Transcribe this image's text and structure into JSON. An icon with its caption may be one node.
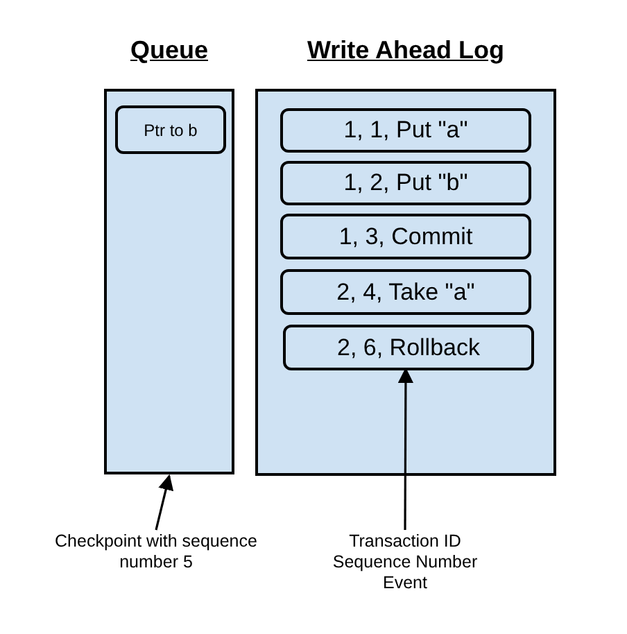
{
  "diagram": {
    "nodes": [
      {
        "text": [
          "Queue"
        ]
      },
      {
        "text": [
          "Ptr to b"
        ],
        "in": 0
      },
      {
        "text": [
          "Write Ahead Log"
        ]
      },
      {
        "text": [
          "1, 1, Put \"a\""
        ],
        "in": 2
      },
      {
        "text": [
          "1, 2, Put \"b\""
        ],
        "in": 2
      },
      {
        "text": [
          "1, 3, Commit"
        ],
        "in": 2
      },
      {
        "text": [
          "2, 4, Take \"a\""
        ],
        "in": 2
      },
      {
        "text": [
          "2, 6, Rollback"
        ],
        "in": 2
      },
      {
        "text": [
          "Checkpoint with sequence number 5"
        ]
      },
      {
        "text": [
          "Transaction ID",
          "Sequence Number",
          "Event"
        ]
      }
    ],
    "edges": [
      {
        "from": 8,
        "to": 0,
        "arrow": "to"
      },
      {
        "from": 9,
        "to": 7,
        "arrow": "to"
      }
    ]
  }
}
